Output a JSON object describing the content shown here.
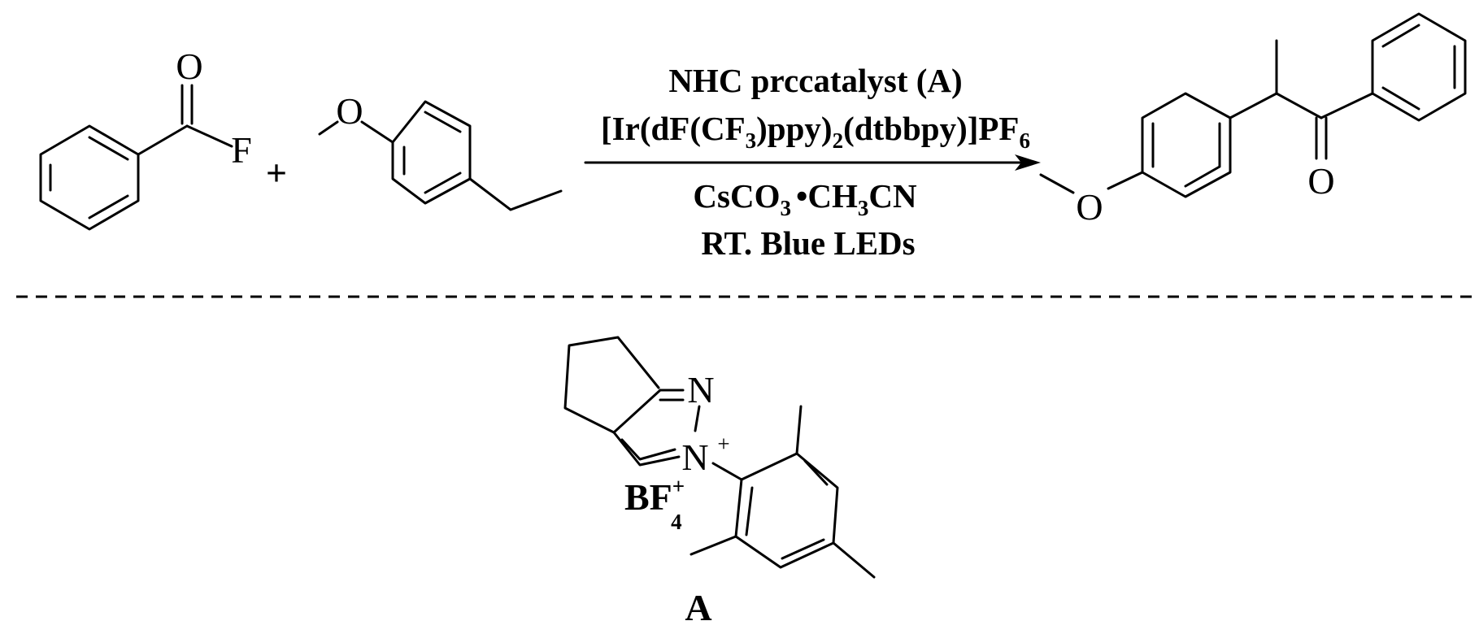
{
  "reaction": {
    "plus_sign": "+",
    "reactant_1": {
      "atom_o": "O",
      "atom_f": "F"
    },
    "reactant_2": {
      "atom_o": "O"
    },
    "product": {
      "atom_o_methoxy": "O",
      "atom_o_ketone": "O"
    },
    "conditions": {
      "line1": "NHC prccatalyst (A)",
      "line2": {
        "p1": "[Ir(dF(CF",
        "s1": "3",
        "p2": ")ppy)",
        "s2": "2",
        "p3": "(dtbbpy)]PF",
        "s3": "6"
      },
      "line3": {
        "p1": "CsCO",
        "s1": "3",
        "p2": "•CH",
        "s2": "3",
        "p3": "CN"
      },
      "line4": "RT. Blue LEDs"
    }
  },
  "catalyst": {
    "atom_n1": "N",
    "atom_n2": "N",
    "charge": "+",
    "counterion": {
      "main": "BF",
      "sup": "+",
      "sub": "4"
    },
    "label": "A"
  }
}
